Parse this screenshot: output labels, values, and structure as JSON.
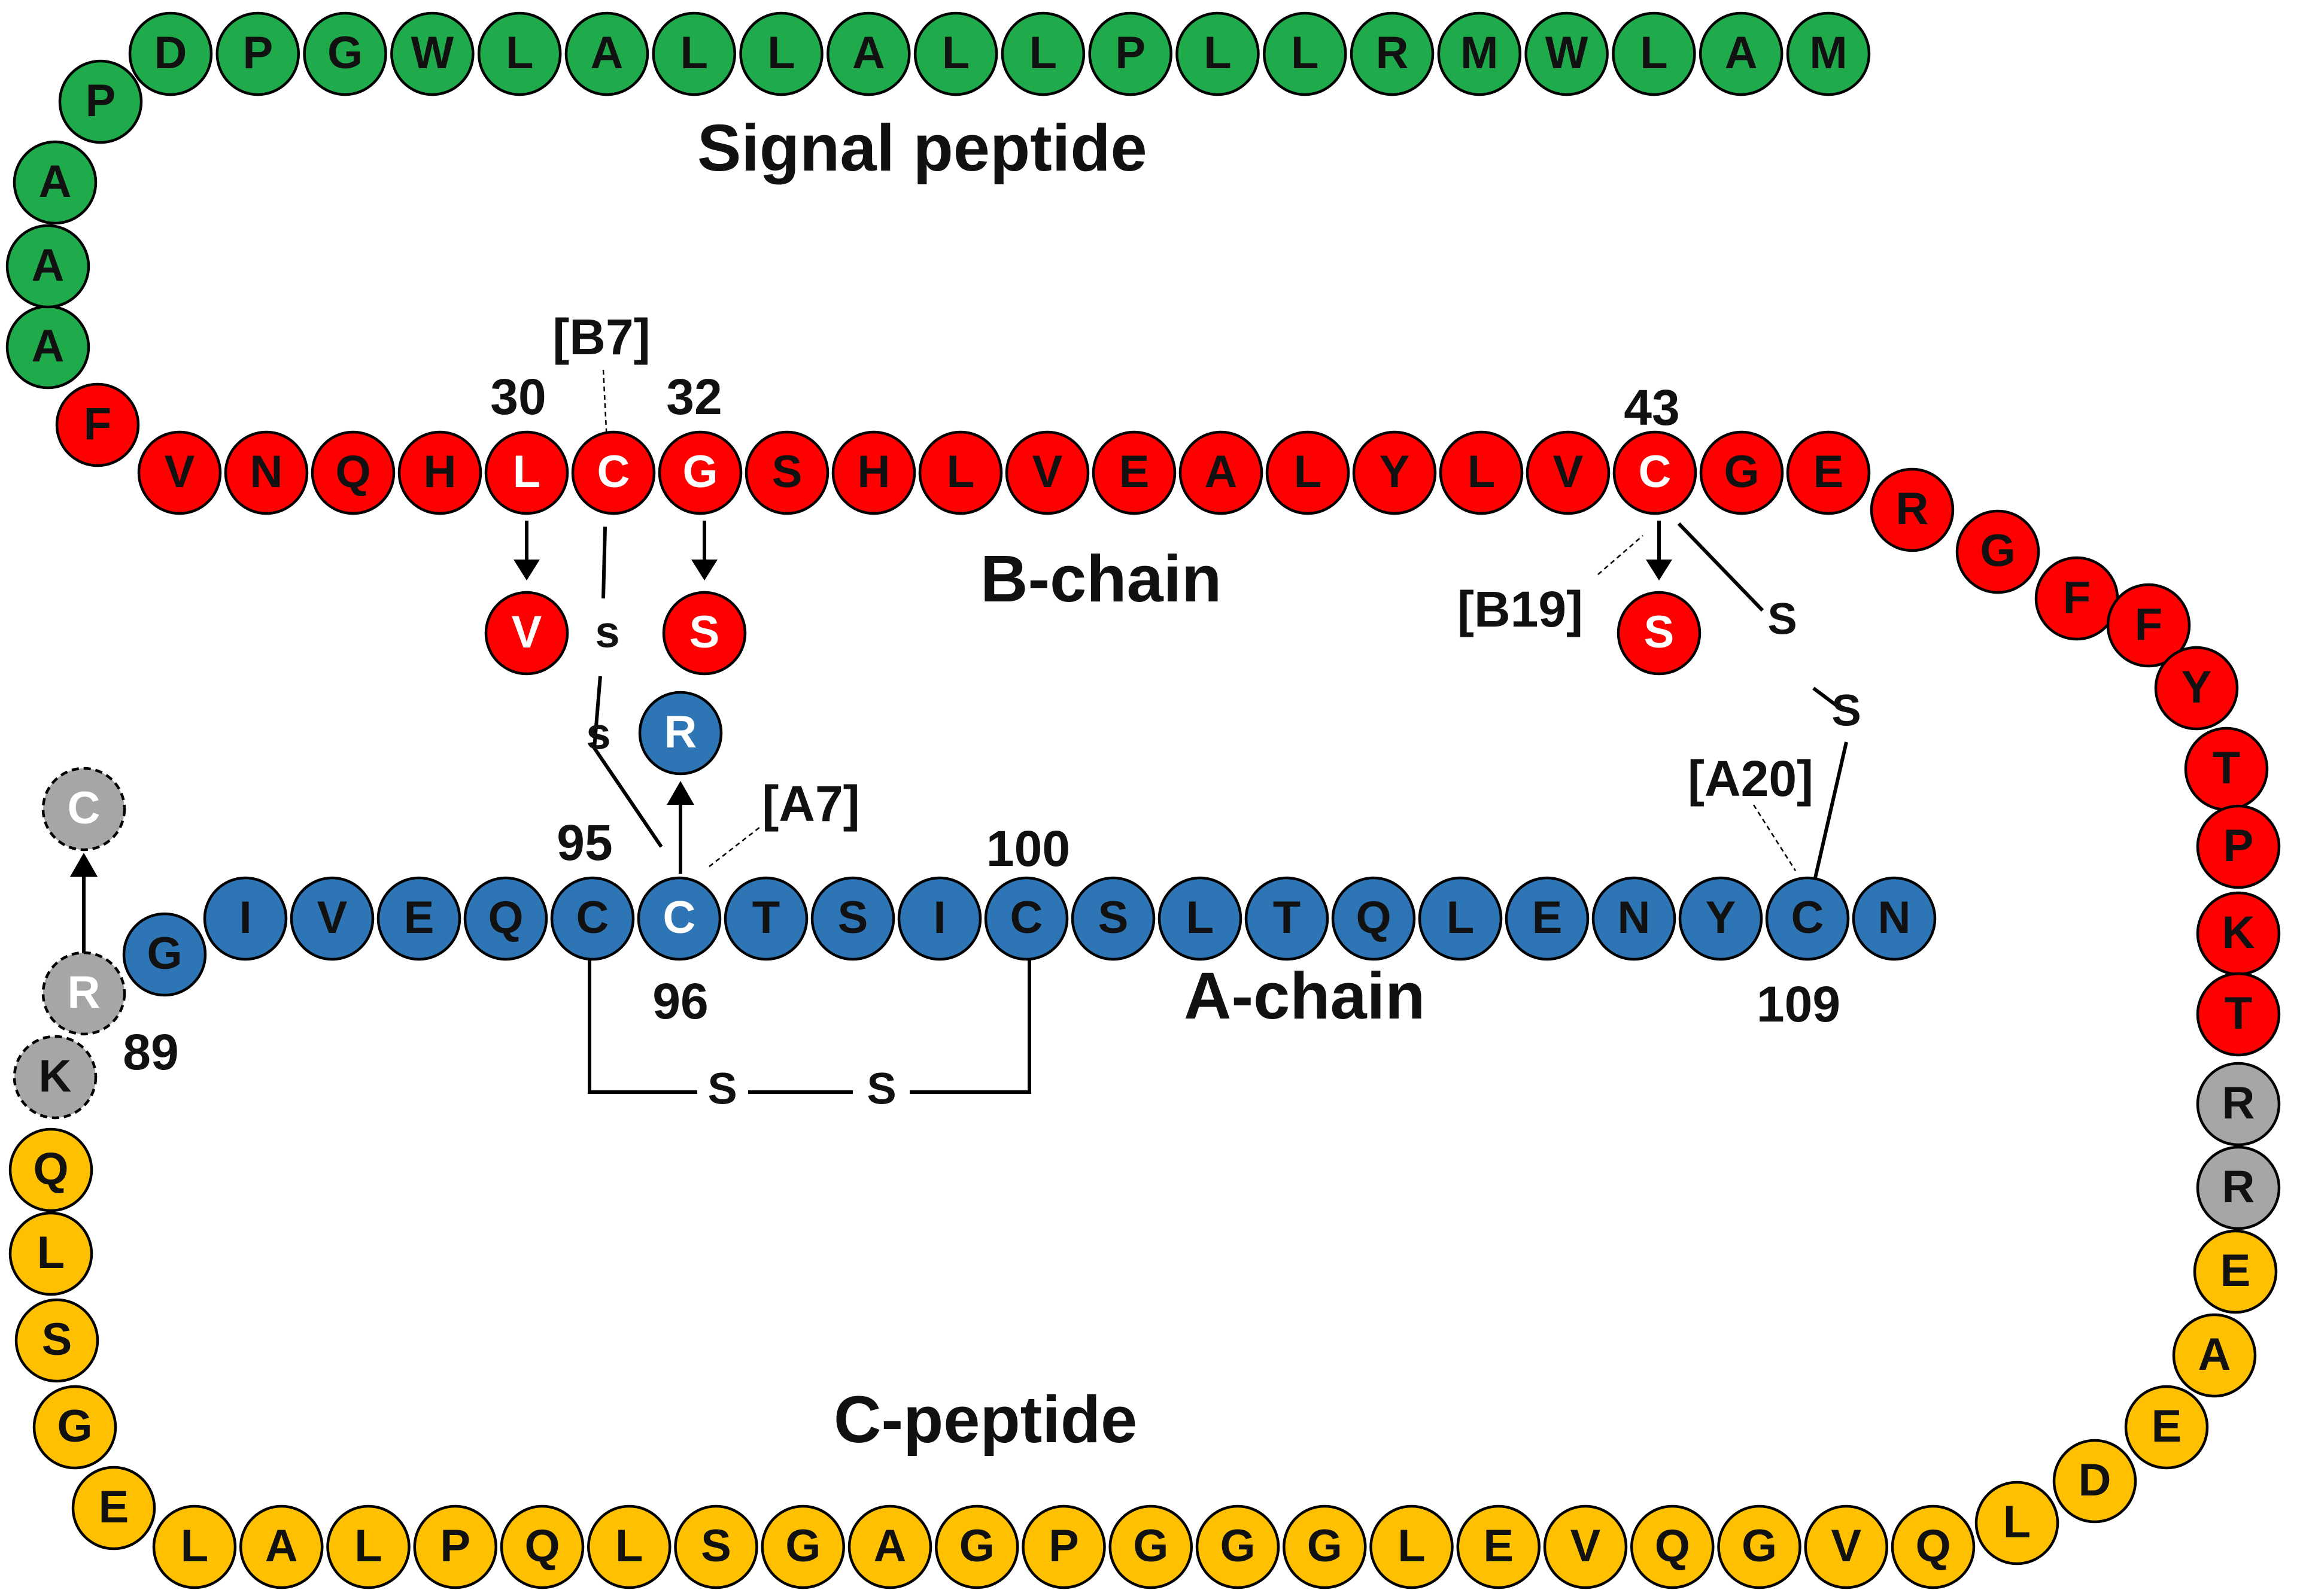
{
  "colors": {
    "signal": "#1fab4c",
    "bchain": "#ff0000",
    "achain": "#2e75b6",
    "cpeptide": "#ffc000",
    "linker": "#a6a6a6",
    "text_dark": "#111111",
    "text_white": "#ffffff"
  },
  "titles": {
    "signal": "Signal peptide",
    "bchain": "B-chain",
    "achain": "A-chain",
    "cpeptide": "C-peptide"
  },
  "positions": {
    "p30": "30",
    "p32": "32",
    "p43": "43",
    "p95": "95",
    "p96": "96",
    "p100": "100",
    "p109": "109",
    "p89": "89"
  },
  "site_labels": {
    "b7": "[B7]",
    "b19": "[B19]",
    "a7": "[A7]",
    "a20": "[A20]"
  },
  "bond_letter": "S",
  "bond_letter_small": "s",
  "sequences": {
    "signal_top": [
      "D",
      "P",
      "G",
      "W",
      "L",
      "A",
      "L",
      "L",
      "A",
      "L",
      "L",
      "P",
      "L",
      "L",
      "R",
      "M",
      "W",
      "L",
      "A",
      "M"
    ],
    "signal_left": [
      "A",
      "A",
      "A",
      "P"
    ],
    "bchain_main": [
      "F",
      "V",
      "N",
      "Q",
      "H",
      "L",
      "C",
      "G",
      "S",
      "H",
      "L",
      "V",
      "E",
      "A",
      "L",
      "Y",
      "L",
      "V",
      "C",
      "G",
      "E",
      "R",
      "G"
    ],
    "bchain_right": [
      "F",
      "F",
      "Y",
      "T",
      "P",
      "K",
      "T"
    ],
    "linker_right": [
      "R",
      "R"
    ],
    "cpeptide_right": [
      "E",
      "A",
      "E",
      "D",
      "L"
    ],
    "cpeptide_bottom": [
      "Q",
      "V",
      "G",
      "Q",
      "V",
      "E",
      "L",
      "G",
      "G",
      "G",
      "P",
      "G",
      "A",
      "G",
      "S",
      "L",
      "Q",
      "P",
      "L",
      "A",
      "L"
    ],
    "cpeptide_left": [
      "E",
      "G",
      "S",
      "L",
      "Q"
    ],
    "linker_left": [
      "K",
      "R"
    ],
    "achain": [
      "G",
      "I",
      "V",
      "E",
      "Q",
      "C",
      "C",
      "T",
      "S",
      "I",
      "C",
      "S",
      "L",
      "T",
      "Q",
      "L",
      "E",
      "N",
      "Y",
      "C",
      "N"
    ]
  },
  "variants": {
    "v30": "V",
    "v32": "S",
    "v43": "S",
    "v96": "R",
    "v89": "C"
  }
}
